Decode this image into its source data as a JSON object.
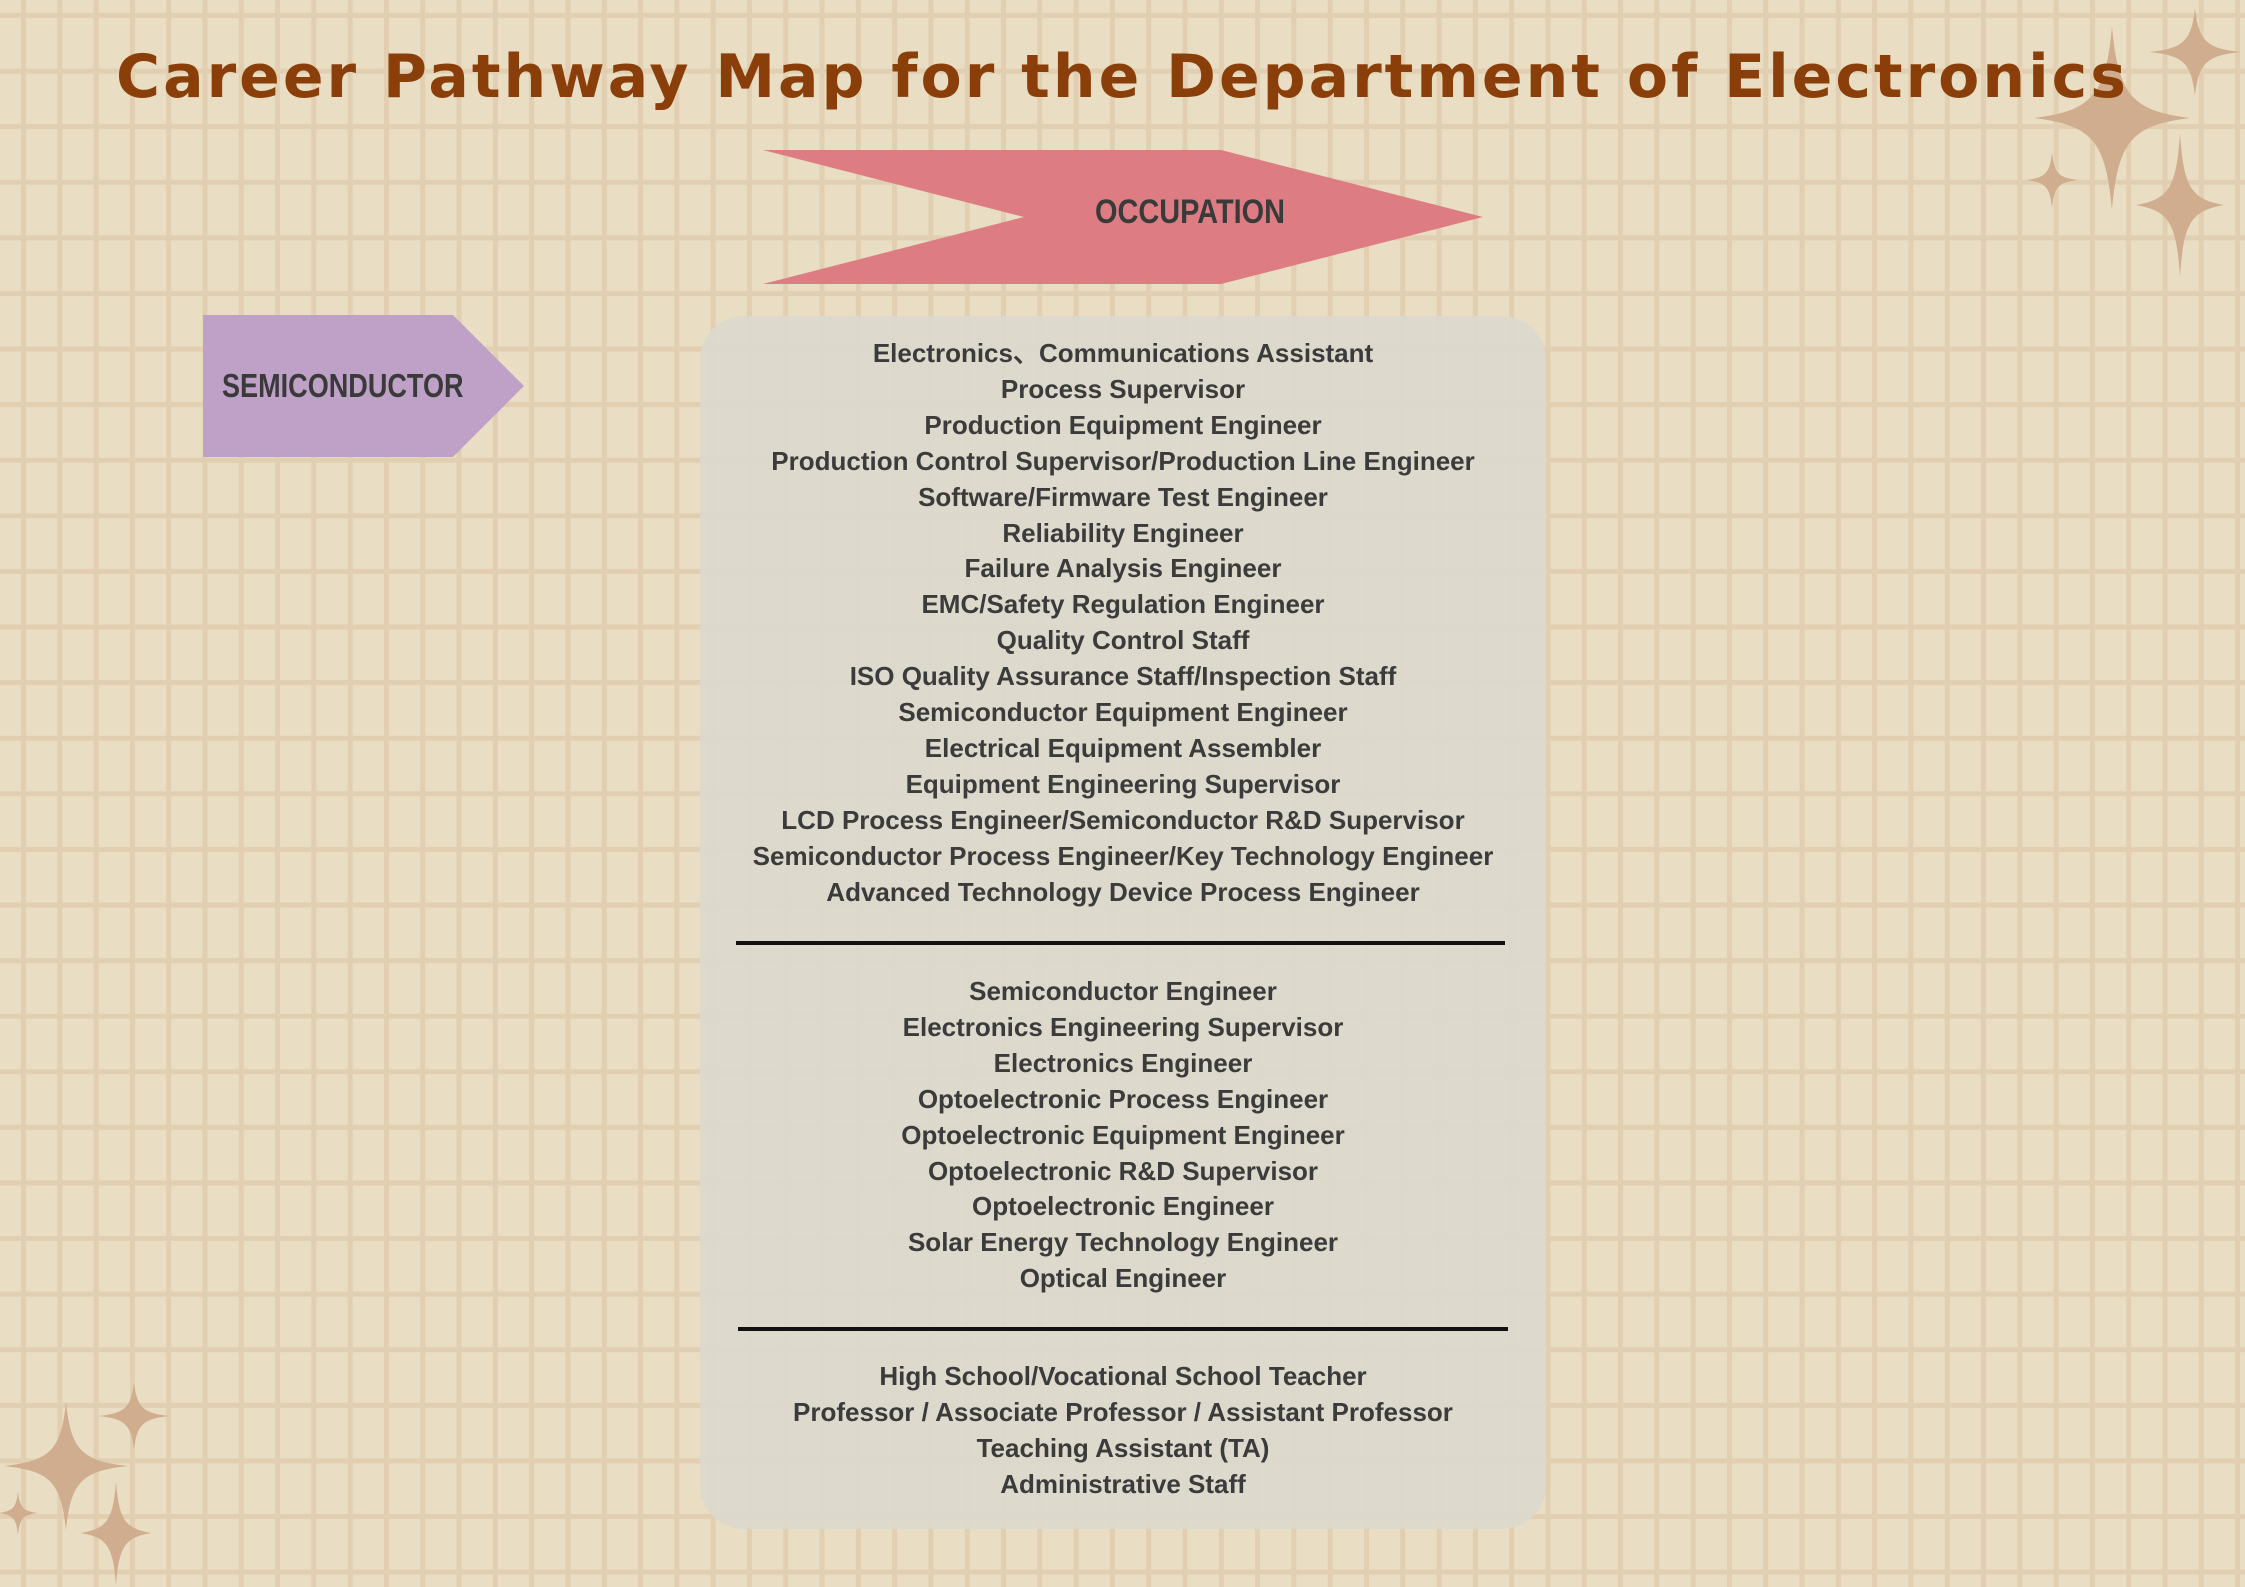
{
  "title": "Career Pathway Map for the Department of Electronics",
  "header_banner": {
    "label": "OCCUPATION",
    "color": "#de7c84"
  },
  "category_tag": {
    "label": "SEMICONDUCTOR",
    "color": "#bfa1c8"
  },
  "occupation_groups": [
    {
      "items": [
        "Electronics、Communications Assistant",
        "Process Supervisor",
        "Production Equipment Engineer",
        "Production Control Supervisor/Production Line Engineer",
        "Software/Firmware Test Engineer",
        "Reliability Engineer",
        "Failure Analysis Engineer",
        "EMC/Safety Regulation Engineer",
        "Quality Control Staff",
        "ISO Quality Assurance Staff/Inspection Staff",
        "Semiconductor Equipment Engineer",
        "Electrical Equipment Assembler",
        "Equipment Engineering Supervisor",
        "LCD Process Engineer/Semiconductor R&D Supervisor",
        "Semiconductor Process Engineer/Key Technology Engineer",
        "Advanced Technology Device Process Engineer"
      ]
    },
    {
      "items": [
        "Semiconductor Engineer",
        "Electronics Engineering Supervisor",
        "Electronics Engineer",
        "Optoelectronic Process Engineer",
        "Optoelectronic Equipment Engineer",
        "Optoelectronic R&D Supervisor",
        "Optoelectronic Engineer",
        "Solar Energy Technology Engineer",
        "Optical Engineer"
      ]
    },
    {
      "items": [
        "High School/Vocational School Teacher",
        "Professor / Associate Professor / Assistant Professor",
        "Teaching Assistant (TA)",
        "Administrative Staff"
      ]
    }
  ],
  "colors": {
    "title": "#8a3f0a",
    "sparkle": "#d0ad8e",
    "background": "#e9dec3"
  }
}
